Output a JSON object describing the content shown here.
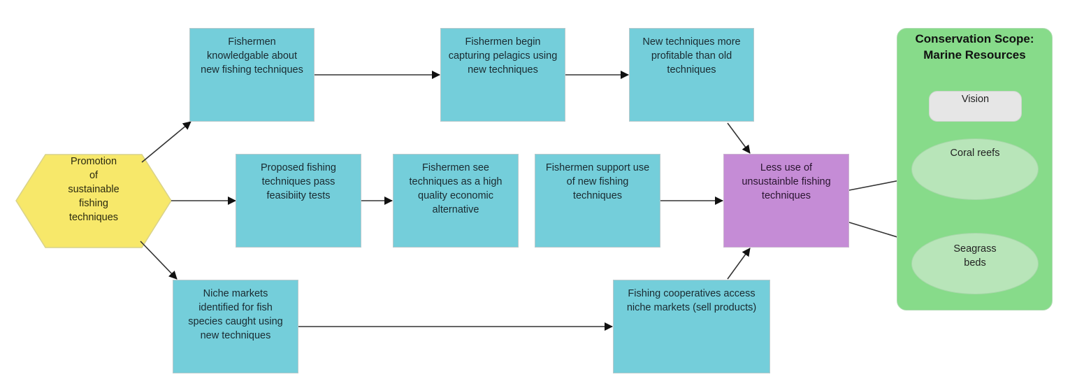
{
  "diagram": {
    "type": "conceptual-model-flowchart",
    "colors": {
      "strategy": "#f7e86a",
      "intermediate_result": "#74ceda",
      "threat_reduction": "#c58cd6",
      "scope": "#87db8a",
      "target": "#b8e5b9",
      "vision": "#e6e6e6",
      "arrow": "#222222"
    },
    "strategy": {
      "id": "promotion",
      "label": "Promotion of sustainable fishing techniques"
    },
    "results": [
      {
        "id": "knowledgeable",
        "label": "Fishermen knowledgable about new fishing techniques"
      },
      {
        "id": "capturing",
        "label": "Fishermen begin capturing pelagics using new techniques"
      },
      {
        "id": "profitable",
        "label": "New techniques more profitable than old techniques"
      },
      {
        "id": "feasibility",
        "label": "Proposed fishing techniques pass feasibiity tests"
      },
      {
        "id": "see_alternative",
        "label": "Fishermen see techniques as a high quality economic alternative"
      },
      {
        "id": "support",
        "label": "Fishermen support use of new fishing techniques"
      },
      {
        "id": "niche",
        "label": "Niche markets identified for fish species caught using new techniques"
      },
      {
        "id": "cooperatives",
        "label": "Fishing cooperatives access niche markets (sell products)"
      }
    ],
    "threat_reduction": {
      "id": "less_use",
      "label": "Less use of unsustainble fishing techniques"
    },
    "scope": {
      "title": "Conservation Scope: Marine Resources",
      "vision": "Vision",
      "targets": [
        {
          "id": "coral",
          "label": "Coral reefs"
        },
        {
          "id": "seagrass",
          "label": "Seagrass beds"
        }
      ]
    },
    "edges": [
      {
        "from": "promotion",
        "to": "knowledgeable"
      },
      {
        "from": "promotion",
        "to": "feasibility"
      },
      {
        "from": "promotion",
        "to": "niche"
      },
      {
        "from": "knowledgeable",
        "to": "capturing"
      },
      {
        "from": "capturing",
        "to": "profitable"
      },
      {
        "from": "feasibility",
        "to": "see_alternative"
      },
      {
        "from": "profitable",
        "to": "less_use"
      },
      {
        "from": "support",
        "to": "less_use"
      },
      {
        "from": "niche",
        "to": "cooperatives"
      },
      {
        "from": "cooperatives",
        "to": "less_use"
      },
      {
        "from": "less_use",
        "to": "coral"
      },
      {
        "from": "less_use",
        "to": "seagrass"
      }
    ]
  }
}
